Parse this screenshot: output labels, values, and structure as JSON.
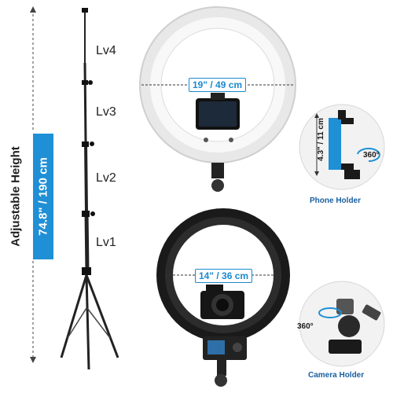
{
  "height": {
    "title": "Adjustable Height",
    "value": "74.8\" / 190 cm"
  },
  "levels": [
    "Lv4",
    "Lv3",
    "Lv2",
    "Lv1"
  ],
  "white_ring": {
    "diameter": "19\" / 49 cm"
  },
  "black_ring": {
    "diameter": "14\" / 36 cm"
  },
  "phone_holder": {
    "caption": "Phone Holder",
    "size": "4.3\" / 11 cm",
    "rotation": "360°"
  },
  "camera_holder": {
    "caption": "Camera Holder",
    "rotation": "360°"
  },
  "colors": {
    "accent": "#1f8fd6",
    "ring_white": "#f4f4f4",
    "ring_black": "#1a1a1a"
  }
}
